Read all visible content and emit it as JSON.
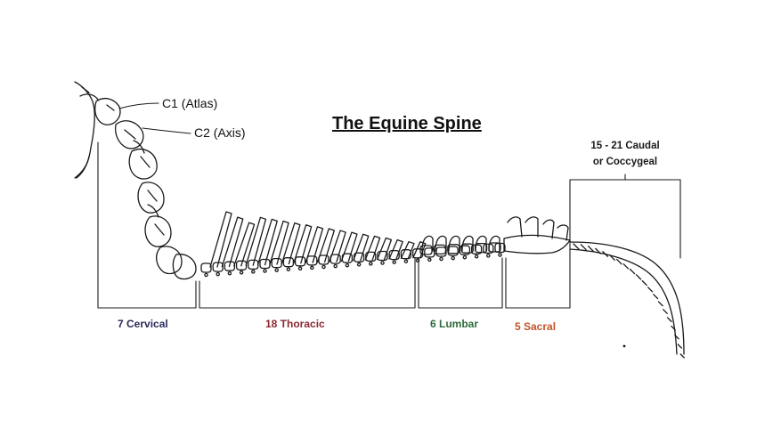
{
  "title": "The Equine Spine",
  "callouts": {
    "c1": "C1  (Atlas)",
    "c2": "C2 (Axis)"
  },
  "regions": {
    "cervical": {
      "label": "7 Cervical",
      "color": "#2b2b5a"
    },
    "thoracic": {
      "label": "18 Thoracic",
      "color": "#8a2a35"
    },
    "lumbar": {
      "label": "6 Lumbar",
      "color": "#2f6b3a"
    },
    "sacral": {
      "label": "5 Sacral",
      "color": "#c0552a"
    },
    "caudal": {
      "line1": "15 - 21 Caudal",
      "line2": "or Coccygeal",
      "color": "#1a1a1a"
    }
  }
}
